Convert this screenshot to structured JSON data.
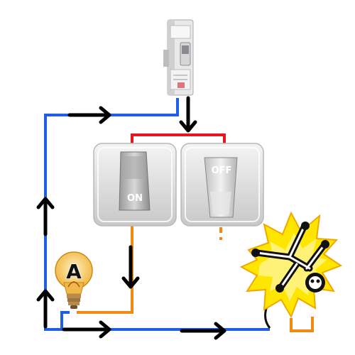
{
  "bulb": {
    "letter": "A"
  },
  "switch_left": {
    "label": "ON",
    "state": "on"
  },
  "switch_right": {
    "label": "OFF",
    "state": "off"
  },
  "colors": {
    "phase_wire": "#1e5fe6",
    "red_wire": "#e6161e",
    "orange_wire": "#ef8a12",
    "arrow": "#000000",
    "spark": "#ffe600",
    "switch_face": "#d9d9d9"
  },
  "icons": [
    "circuit-breaker-icon",
    "light-bulb-icon",
    "electrocuted-person-icon",
    "rocker-switch-icon"
  ]
}
